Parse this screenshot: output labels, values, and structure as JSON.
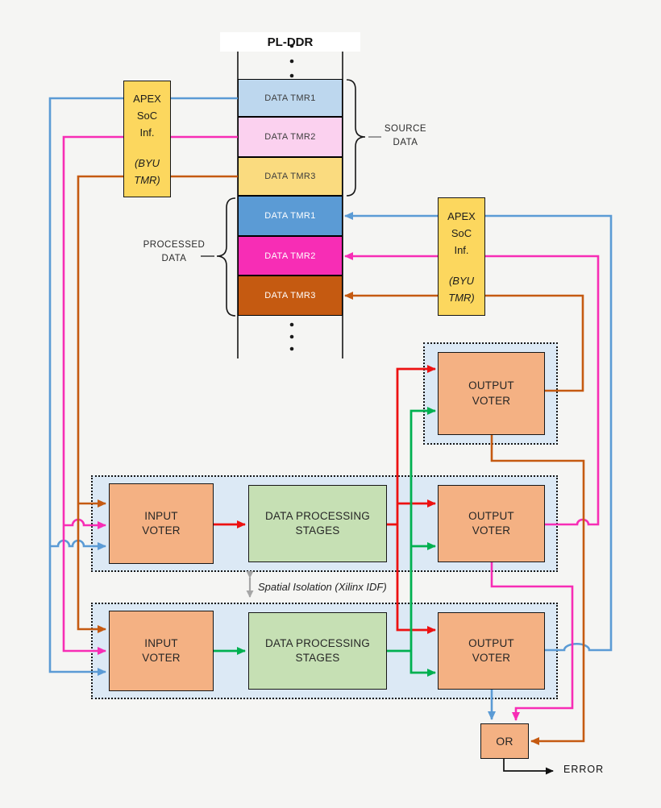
{
  "colors": {
    "blue": "#5B9BD5",
    "magenta": "#F72DB5",
    "orange": "#C55A11",
    "red": "#ED1111",
    "green": "#00B050",
    "gray_connector": "#9a9a9a",
    "gray_arrow": "#A6A6A6",
    "black": "#161616",
    "apex_fill": "#FCD75E",
    "voter_fill": "#F4B183",
    "dps_fill": "#C6E0B4",
    "container_fill": "#DCE9F5",
    "background": "#F5F5F3"
  },
  "memory": {
    "title": "PL-DDR",
    "source_brace_label_line1": "SOURCE",
    "source_brace_label_line2": "DATA",
    "processed_brace_label_line1": "PROCESSED",
    "processed_brace_label_line2": "DATA",
    "source_blocks": [
      {
        "label": "DATA TMR1",
        "fill": "#BDD7EE"
      },
      {
        "label": "DATA TMR2",
        "fill": "#FBD1EF"
      },
      {
        "label": "DATA TMR3",
        "fill": "#FADB7F"
      }
    ],
    "processed_blocks": [
      {
        "label": "DATA TMR1",
        "fill": "#5B9BD5"
      },
      {
        "label": "DATA TMR2",
        "fill": "#F72DB5"
      },
      {
        "label": "DATA TMR3",
        "fill": "#C55A11"
      }
    ]
  },
  "apex_left": {
    "line1": "APEX",
    "line2": "SoC",
    "line3": "Inf.",
    "line4": "(BYU",
    "line5": "TMR)"
  },
  "apex_right": {
    "line1": "APEX",
    "line2": "SoC",
    "line3": "Inf.",
    "line4": "(BYU",
    "line5": "TMR)"
  },
  "labels": {
    "input_voter_line1": "INPUT",
    "input_voter_line2": "VOTER",
    "output_voter_line1": "OUTPUT",
    "output_voter_line2": "VOTER",
    "dps_line1": "DATA PROCESSING",
    "dps_line2": "STAGES",
    "or_gate": "OR",
    "error": "ERROR",
    "spatial_isolation": "Spatial Isolation (Xilinx IDF)"
  }
}
